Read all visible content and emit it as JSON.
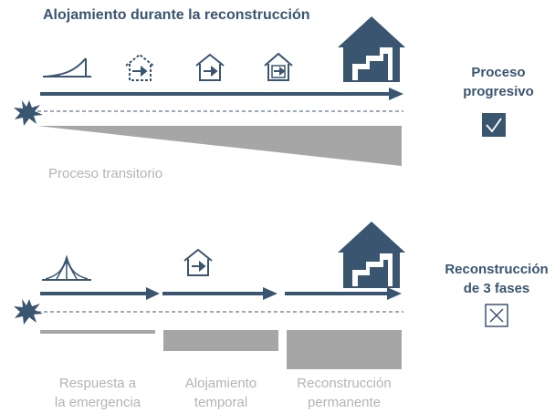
{
  "title": "Alojamiento durante la reconstrucción",
  "top_panel": {
    "label_right": [
      "Proceso",
      "progresivo"
    ],
    "label_transitional": "Proceso transitorio",
    "check_icon": "checkbox-checked-icon"
  },
  "bottom_panel": {
    "label_right": [
      "Reconstrucción",
      "de 3 fases"
    ],
    "cross_icon": "checkbox-crossed-icon",
    "phases": [
      {
        "line1": "Respuesta a",
        "line2": "la emergencia"
      },
      {
        "line1": "Alojamiento",
        "line2": "temporal"
      },
      {
        "line1": "Reconstrucción",
        "line2": "permanente"
      }
    ]
  },
  "colors": {
    "primary": "#3a5570",
    "gray_bar": "#a6a6a6",
    "light_text": "#b4b4b4"
  }
}
